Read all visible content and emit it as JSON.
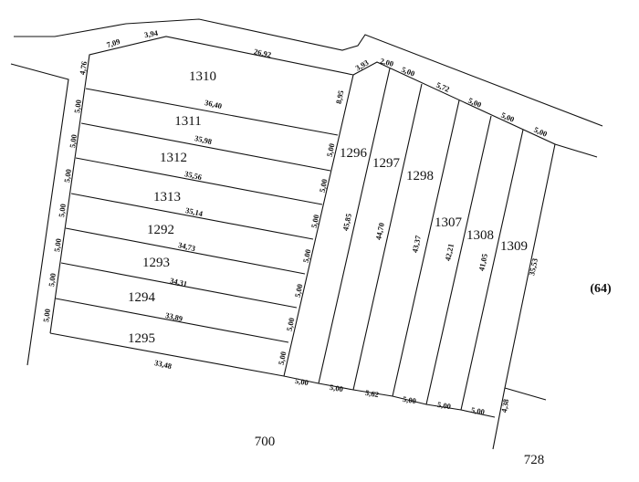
{
  "lots": [
    "1310",
    "1311",
    "1312",
    "1313",
    "1292",
    "1293",
    "1294",
    "1295",
    "1296",
    "1297",
    "1298",
    "1307",
    "1308",
    "1309"
  ],
  "areas": {
    "right": "(64)",
    "bottom": "700",
    "bottom_right": "728"
  },
  "dims_top": [
    "7,09",
    "3,94",
    "26,92",
    "3,93",
    "2,00",
    "5,00",
    "5,72",
    "5,00",
    "5,00",
    "5,00"
  ],
  "dims_left": [
    "4,76",
    "5,00",
    "5,00",
    "5,00",
    "5,00",
    "5,00",
    "5,00",
    "5,00"
  ],
  "dims_dividers": [
    "36,40",
    "35,98",
    "35,56",
    "35,14",
    "34,73",
    "34,31",
    "33,89",
    "33,48"
  ],
  "dims_inner": [
    "8,95",
    "5,00",
    "5,00",
    "5,00",
    "5,00",
    "5,00",
    "5,00",
    "5,00"
  ],
  "dims_long": [
    "45,85",
    "44,70",
    "43,37",
    "42,21",
    "41,05",
    "35,53"
  ],
  "dims_bottom": [
    "5,00",
    "5,00",
    "5,62",
    "5,00",
    "5,00",
    "5,00",
    "4,38"
  ]
}
